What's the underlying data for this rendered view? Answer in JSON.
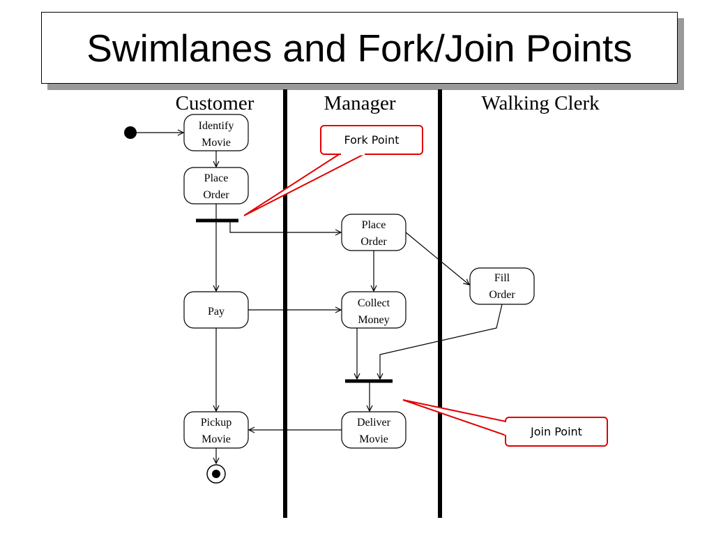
{
  "title": "Swimlanes and Fork/Join Points",
  "lanes": [
    "Customer",
    "Manager",
    "Walking Clerk"
  ],
  "activities": {
    "identify_movie": [
      "Identify",
      "Movie"
    ],
    "place_order_customer": [
      "Place",
      "Order"
    ],
    "place_order_manager": [
      "Place",
      "Order"
    ],
    "fill_order": [
      "Fill",
      "Order"
    ],
    "pay": [
      "Pay"
    ],
    "collect_money": [
      "Collect",
      "Money"
    ],
    "pickup_movie": [
      "Pickup",
      "Movie"
    ],
    "deliver_movie": [
      "Deliver",
      "Movie"
    ]
  },
  "callouts": {
    "fork": "Fork Point",
    "join": "Join Point"
  },
  "colors": {
    "callout": "#e00000",
    "line": "#000000",
    "shadow": "#9a9a9a"
  }
}
